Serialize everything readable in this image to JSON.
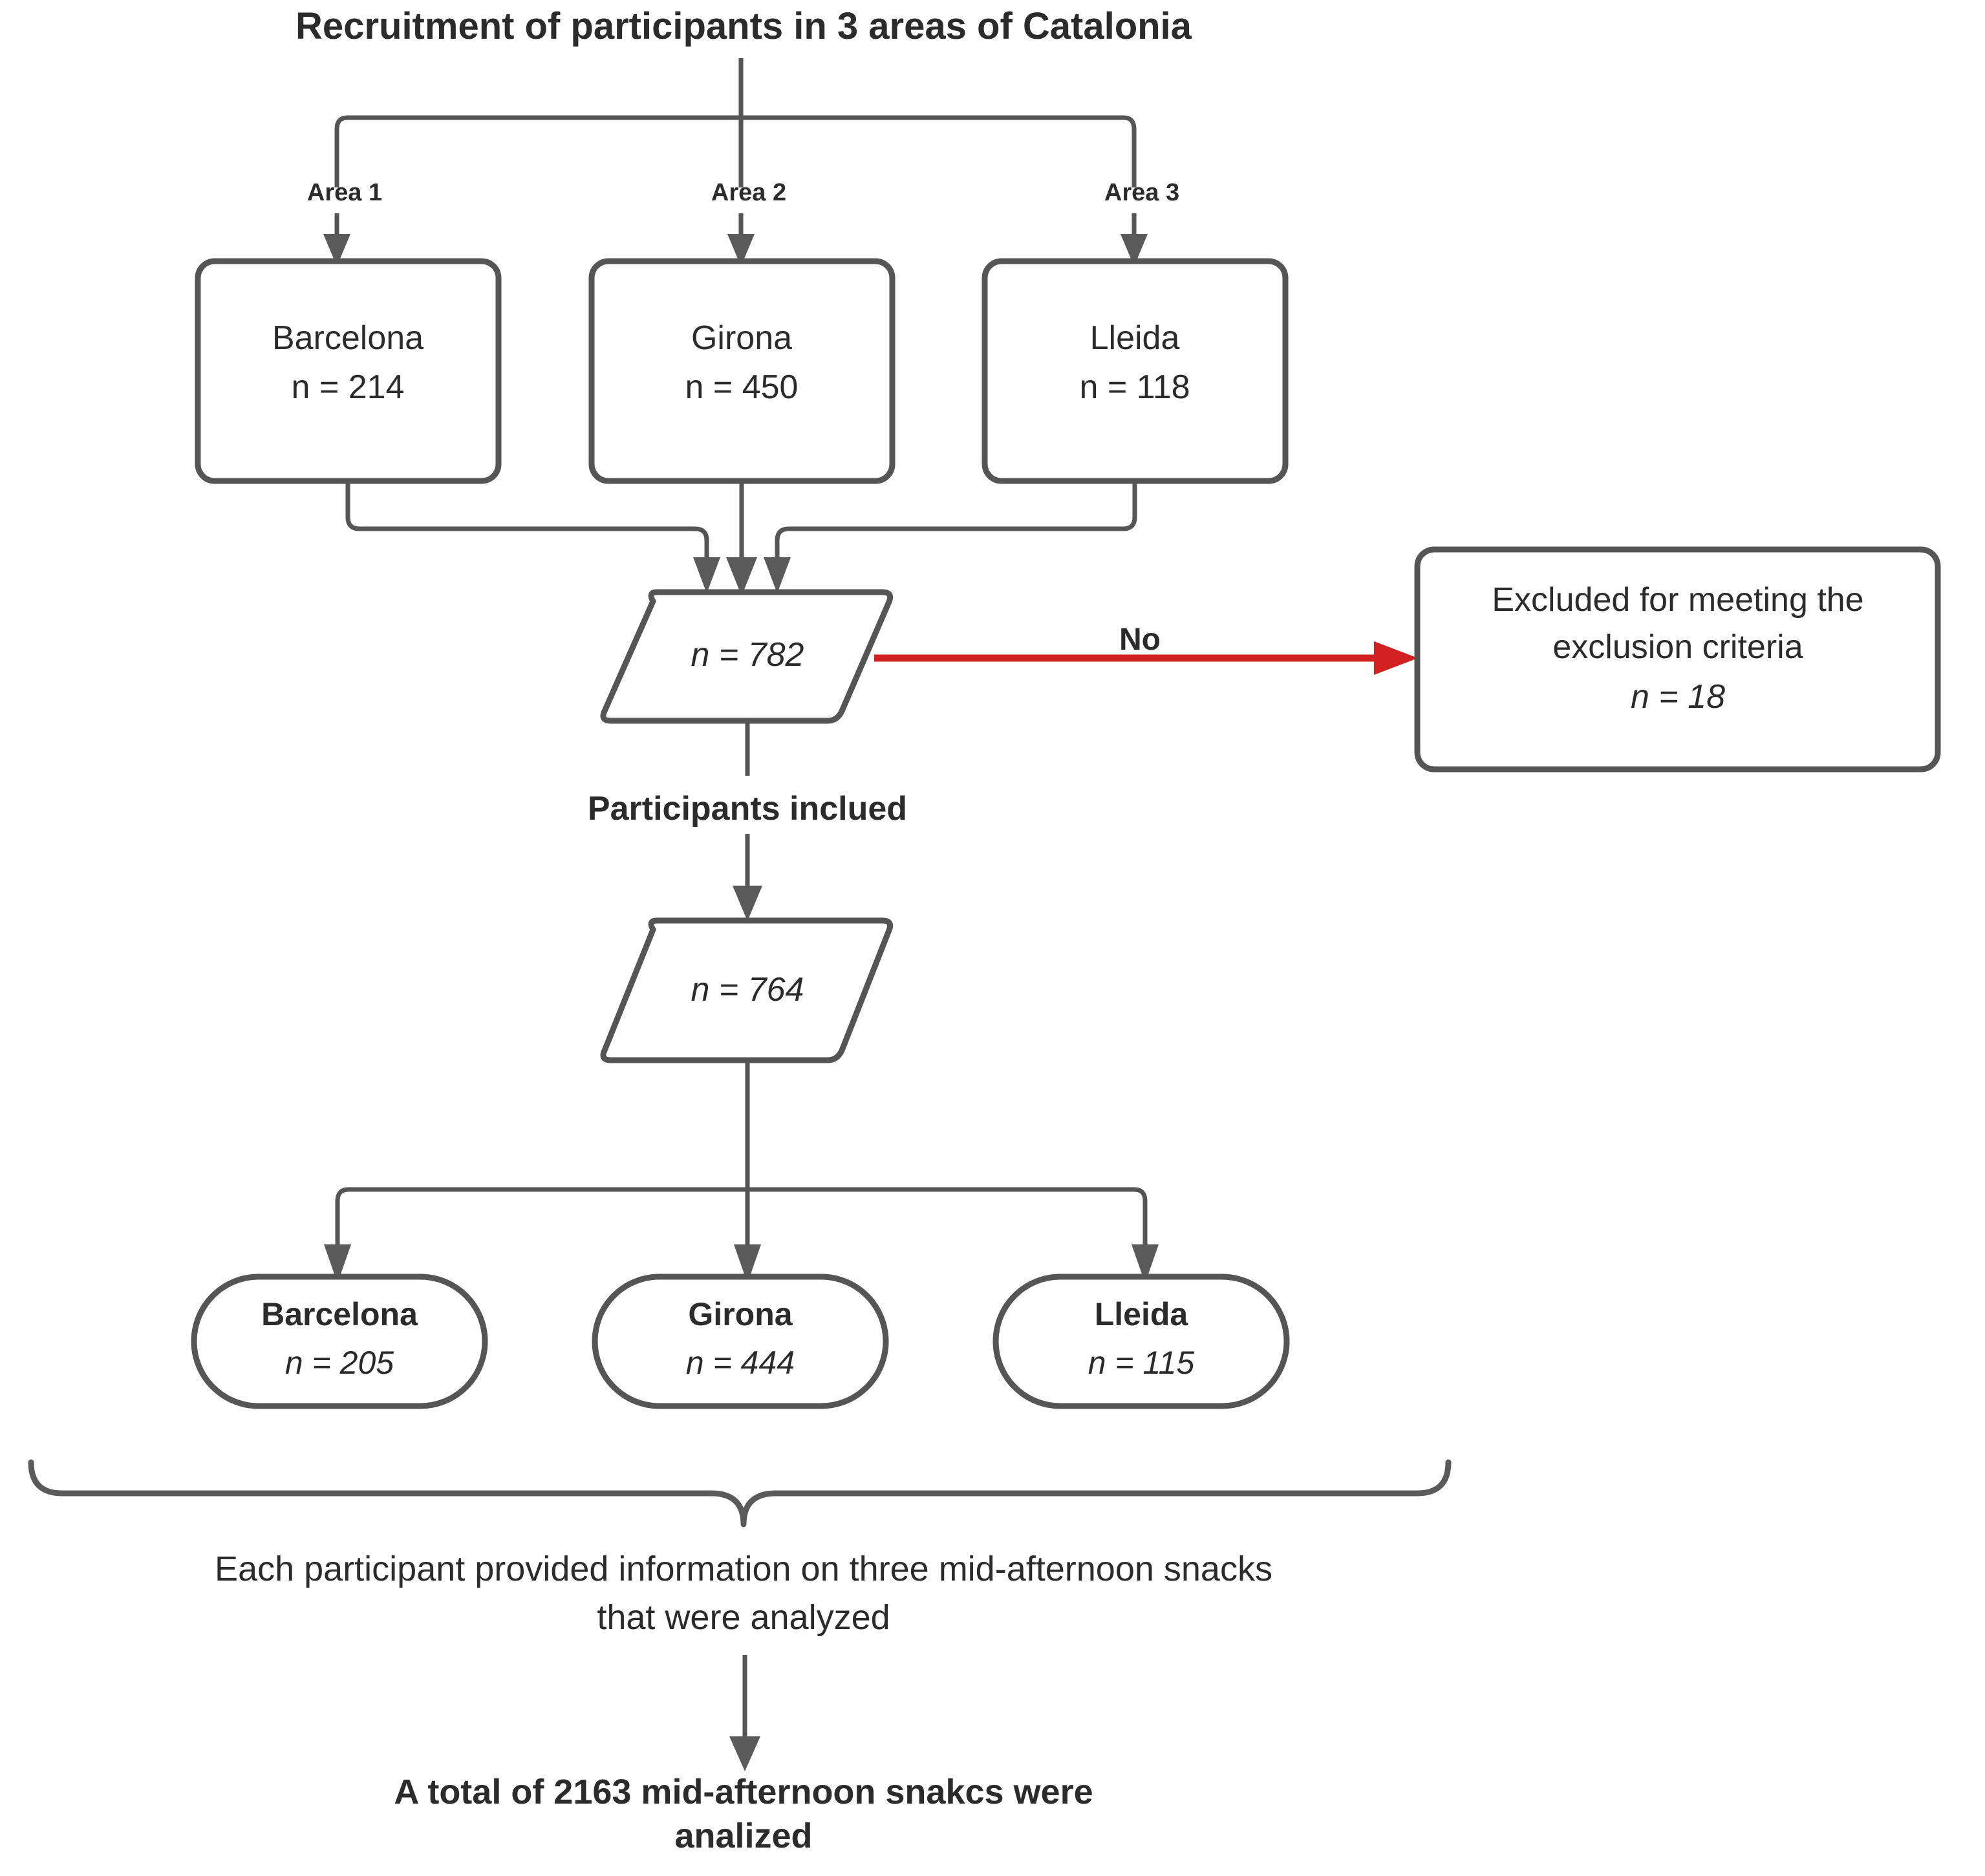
{
  "diagram": {
    "title": "Recruitment of participants in 3 areas of Catalonia",
    "colors": {
      "stroke": "#555555",
      "text": "#2b2b2b",
      "exclusion_arrow": "#d32020",
      "background": "#ffffff"
    },
    "area_labels": {
      "area1": "Area 1",
      "area2": "Area 2",
      "area3": "Area 3"
    },
    "recruited_sites": [
      {
        "city": "Barcelona",
        "n": "n = 214"
      },
      {
        "city": "Girona",
        "n": "n = 450"
      },
      {
        "city": "Lleida",
        "n": "n = 118"
      }
    ],
    "total_recruited": {
      "n": "n = 782"
    },
    "exclusion": {
      "edge_label": "No",
      "line1": "Excluded for meeting the",
      "line2": "exclusion criteria",
      "line3": "n = 18"
    },
    "included_label": "Participants inclued",
    "total_included": {
      "n": "n = 764"
    },
    "included_sites": [
      {
        "city": "Barcelona",
        "n": "n = 205"
      },
      {
        "city": "Girona",
        "n": "n = 444"
      },
      {
        "city": "Lleida",
        "n": "n = 115"
      }
    ],
    "snacks_note": {
      "line1": "Each participant provided information on three  mid-afternoon snacks",
      "line2": "that were analyzed"
    },
    "final_outcome": {
      "line1": "A total of 2163 mid-afternoon snakcs were",
      "line2": "analized"
    }
  }
}
